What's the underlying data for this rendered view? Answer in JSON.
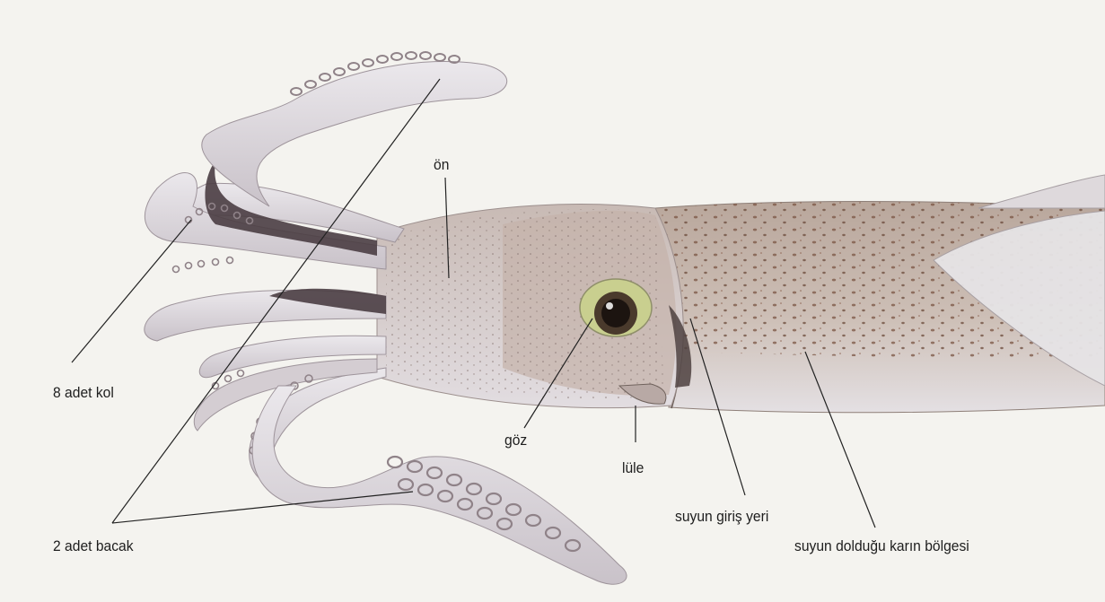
{
  "diagram": {
    "subject": "squid-illustration",
    "labels": {
      "on": "ön",
      "kol": "8 adet kol",
      "goz": "göz",
      "lule": "lüle",
      "suyun_giris_yeri": "suyun giriş yeri",
      "bacak": "2 adet bacak",
      "karin": "suyun dolduğu karın bölgesi"
    },
    "colors": {
      "background": "#f4f3ef",
      "body": "#c9b8ae",
      "spots": "#6b4a3a",
      "arms": "#d9d4d8",
      "suckers": "#8f8288",
      "eye_ring": "#c9cf8f",
      "leader_line": "#222222"
    }
  }
}
